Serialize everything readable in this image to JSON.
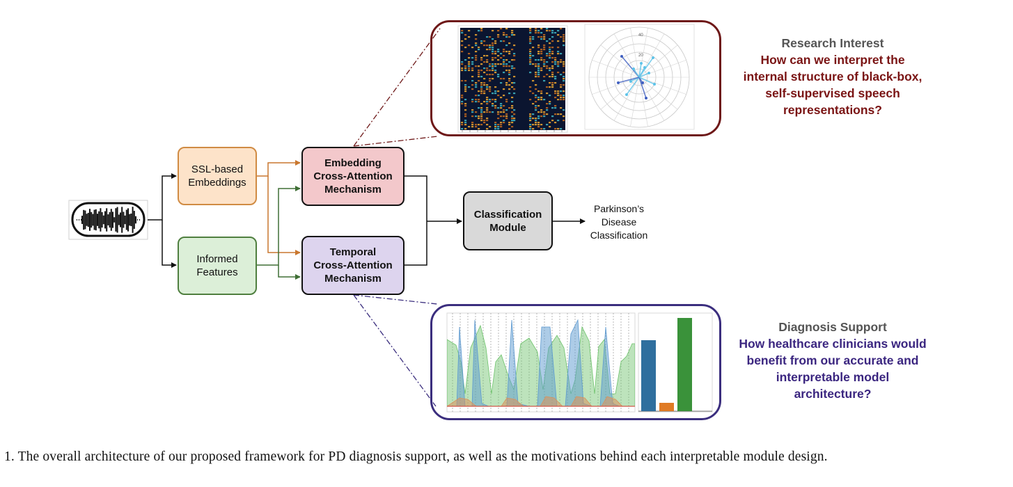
{
  "blocks": {
    "ssl": "SSL-based\nEmbeddings",
    "informed": "Informed\nFeatures",
    "embedding_attention": "Embedding\nCross-Attention\nMechanism",
    "temporal_attention": "Temporal\nCross-Attention\nMechanism",
    "classification": "Classification\nModule",
    "output": "Parkinson’s\nDisease\nClassification"
  },
  "research_interest": {
    "title": "Research Interest",
    "question": "How can we interpret the\ninternal structure of black-box,\nself-supervised speech\nrepresentations?"
  },
  "diagnosis_support": {
    "title": "Diagnosis Support",
    "question": "How healthcare clinicians would\nbenefit from our accurate and\ninterpretable model\narchitecture?"
  },
  "polar_ticks": [
    "40",
    "20"
  ],
  "caption": "1.  The overall architecture of our proposed framework for PD diagnosis support, as well as the motivations behind each interpretable module design.",
  "colors": {
    "ssl_border": "#d08b43",
    "informed_border": "#4f7f3f",
    "research_color": "#7a1414",
    "diagnosis_color": "#3b2680",
    "bar_blue": "#2f6f9e",
    "bar_orange": "#e07b25",
    "bar_green": "#3a923a"
  },
  "icons": [
    "waveform-icon"
  ]
}
